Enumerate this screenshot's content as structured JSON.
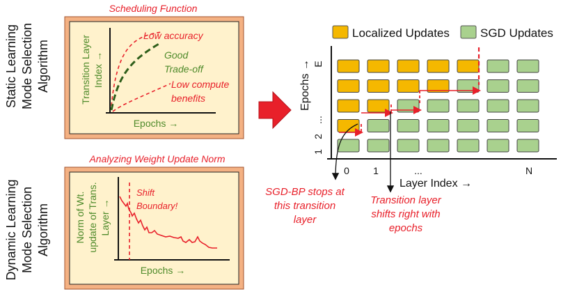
{
  "static": {
    "side_label": [
      "Static Learning",
      "Mode Selection",
      "Algorithm"
    ],
    "panel_title": "Scheduling Function",
    "y_axis": [
      "Transition Layer",
      "Index →"
    ],
    "x_axis": "Epochs →",
    "annotations": {
      "low_accuracy": "Low accuracy",
      "good_line1": "Good",
      "good_line2": "Trade-off",
      "low_compute_line1": "Low compute",
      "low_compute_line2": "benefits"
    }
  },
  "dynamic": {
    "side_label": [
      "Dynamic Learning",
      "Mode Selection",
      "Algorithm"
    ],
    "panel_title": "Analyzing Weight Update Norm",
    "y_axis": [
      "Norm of Wt.",
      "update of Trans.",
      "Layer →"
    ],
    "x_axis": "Epochs →",
    "annotations": {
      "shift_line1": "Shift",
      "shift_line2": "Boundary!"
    }
  },
  "grid": {
    "legend": {
      "localized": "Localized Updates",
      "sgd": "SGD Updates"
    },
    "y_axis_title": "Epochs →",
    "y_ticks": [
      "1",
      "2",
      "...",
      "E"
    ],
    "x_axis_title": "Layer Index →",
    "x_ticks": [
      "0",
      "1",
      "...",
      "N"
    ],
    "callout_left": [
      "SGD-BP stops at",
      "this transition",
      "layer"
    ],
    "callout_right": [
      "Transition layer",
      "shifts right with",
      "epochs"
    ],
    "transition_layers_by_epoch": [
      0,
      1,
      2,
      4,
      5
    ],
    "colors": {
      "localized_fill": "#f5b800",
      "sgd_fill": "#a9d18e",
      "panel_fill": "#fff2cc",
      "panel_border": "#f4b183",
      "accent_red": "#e8202a",
      "accent_green": "#3f7a1f"
    }
  }
}
